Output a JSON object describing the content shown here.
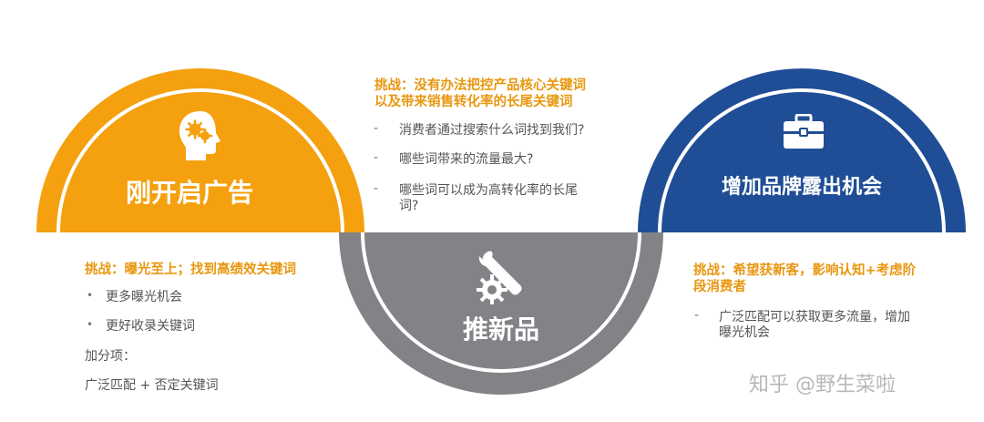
{
  "colors": {
    "orange": "#F5A00F",
    "gray": "#828386",
    "blue": "#1F4E96",
    "challenge_text": "#E8970F",
    "body_text": "#555555"
  },
  "stage1": {
    "icon": "head-gears-icon",
    "title": "刚开启广告",
    "challenge": "挑战：曝光至上；找到高绩效关键词",
    "bullets": [
      "更多曝光机会",
      "更好收录关键词"
    ],
    "bonus_label": "加分项：",
    "bonus_text": "广泛匹配 + 否定关键词"
  },
  "stage2": {
    "icon": "wrench-gear-icon",
    "title": "推新品",
    "challenge_line1": "挑战：没有办法把控产品核心关键词",
    "challenge_line2": "以及带来销售转化率的长尾关键词",
    "questions": [
      "消费者通过搜索什么词找到我们?",
      "哪些词带来的流量最大?",
      "哪些词可以成为高转化率的长尾"
    ],
    "question3_cont": "词?"
  },
  "stage3": {
    "icon": "briefcase-icon",
    "title": "增加品牌露出机会",
    "challenge_line1": "挑战：希望获新客，影响认知+考虑阶",
    "challenge_line2": "段消费者",
    "point_line1": "广泛匹配可以获取更多流量，增加",
    "point_line2": "曝光机会"
  },
  "watermark": "知乎 @野生菜啦"
}
